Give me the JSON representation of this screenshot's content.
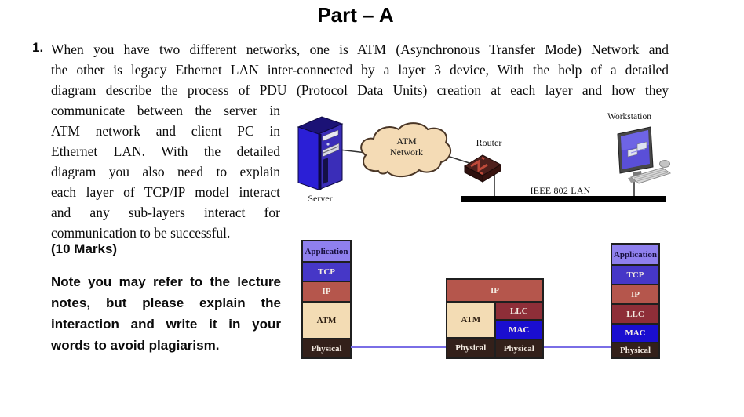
{
  "title": "Part – A",
  "question": {
    "number": "1.",
    "wide_lines": [
      "When you have two different networks, one is ATM (Asynchronous Transfer Mode) Network and",
      "the other is legacy Ethernet LAN inter-connected by a layer 3 device, With the help of a detailed",
      "diagram describe the process of PDU (Protocol Data Units) creation at each layer and how they"
    ],
    "narrow_lines": [
      "communicate between the server in",
      "ATM network and client PC in",
      "Ethernet LAN. With the detailed",
      "diagram you also need to explain",
      "each layer of TCP/IP model interact",
      "and any sub-layers interact for",
      "communication to be successful."
    ],
    "marks": "(10 Marks)",
    "note_lines": [
      "Note you may refer to the lecture",
      "notes, but please explain the",
      "interaction and write it in your",
      "words to avoid plagiarism."
    ]
  },
  "diagram": {
    "server_label": "Server",
    "cloud_line1": "ATM",
    "cloud_line2": "Network",
    "router_label": "Router",
    "workstation_label": "Workstation",
    "lan_label": "IEEE 802 LAN"
  },
  "stacks": {
    "server": {
      "layers": [
        "Application",
        "TCP",
        "IP",
        "ATM",
        "Physical"
      ]
    },
    "router": {
      "ip": "IP",
      "atm": "ATM",
      "llc": "LLC",
      "mac": "MAC",
      "physical_left": "Physical",
      "physical_right": "Physical"
    },
    "workstation": {
      "layers": [
        "Application",
        "TCP",
        "IP",
        "LLC",
        "MAC",
        "Physical"
      ]
    }
  },
  "colors": {
    "application": "#8f80ee",
    "tcp": "#4637c7",
    "ip": "#b5564c",
    "atm": "#f3dcb4",
    "llc": "#8e2e38",
    "mac": "#1a0ed0",
    "physical": "#33201a",
    "connector": "#7a6ee6",
    "cloud_fill": "#f4dbb5",
    "lan_bar": "#000000"
  }
}
